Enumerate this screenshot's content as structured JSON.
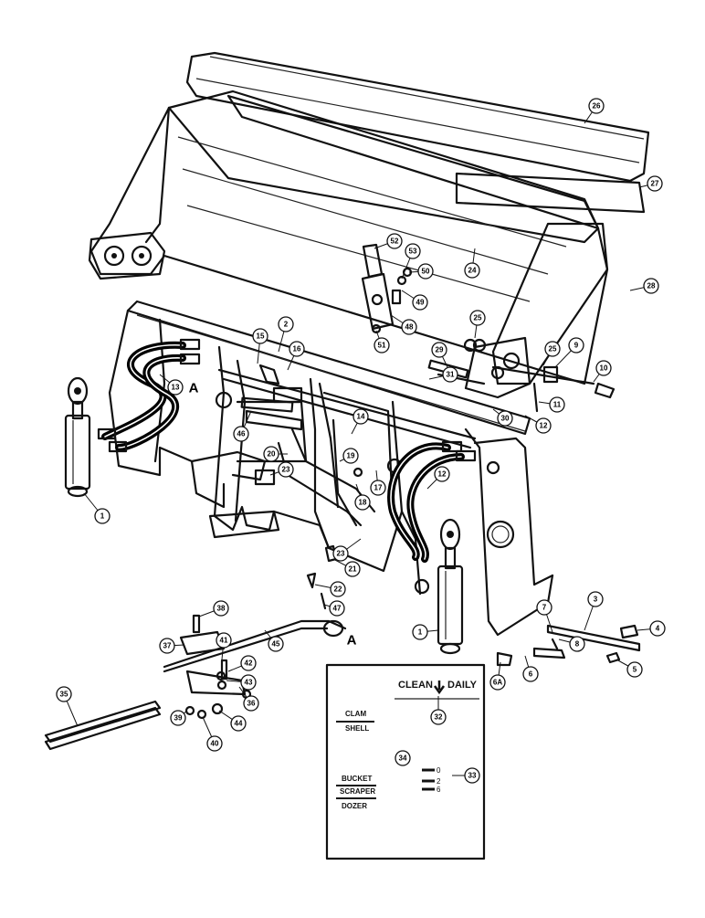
{
  "callouts": [
    {
      "id": "c1a",
      "label": "1"
    },
    {
      "id": "c1b",
      "label": "1"
    },
    {
      "id": "c2",
      "label": "2"
    },
    {
      "id": "c3",
      "label": "3"
    },
    {
      "id": "c4",
      "label": "4"
    },
    {
      "id": "c5",
      "label": "5"
    },
    {
      "id": "c6",
      "label": "6"
    },
    {
      "id": "c6a",
      "label": "6A"
    },
    {
      "id": "c7",
      "label": "7"
    },
    {
      "id": "c8",
      "label": "8"
    },
    {
      "id": "c9",
      "label": "9"
    },
    {
      "id": "c10",
      "label": "10"
    },
    {
      "id": "c11",
      "label": "11"
    },
    {
      "id": "c12",
      "label": "12"
    },
    {
      "id": "c12b",
      "label": "12"
    },
    {
      "id": "c13",
      "label": "13"
    },
    {
      "id": "c14",
      "label": "14"
    },
    {
      "id": "c15",
      "label": "15"
    },
    {
      "id": "c16",
      "label": "16"
    },
    {
      "id": "c17",
      "label": "17"
    },
    {
      "id": "c18",
      "label": "18"
    },
    {
      "id": "c19",
      "label": "19"
    },
    {
      "id": "c20",
      "label": "20"
    },
    {
      "id": "c21",
      "label": "21"
    },
    {
      "id": "c22",
      "label": "22"
    },
    {
      "id": "c23a",
      "label": "23"
    },
    {
      "id": "c23b",
      "label": "23"
    },
    {
      "id": "c24",
      "label": "24"
    },
    {
      "id": "c25a",
      "label": "25"
    },
    {
      "id": "c25b",
      "label": "25"
    },
    {
      "id": "c26",
      "label": "26"
    },
    {
      "id": "c27",
      "label": "27"
    },
    {
      "id": "c28",
      "label": "28"
    },
    {
      "id": "c29",
      "label": "29"
    },
    {
      "id": "c30",
      "label": "30"
    },
    {
      "id": "c31",
      "label": "31"
    },
    {
      "id": "c32",
      "label": "32"
    },
    {
      "id": "c33",
      "label": "33"
    },
    {
      "id": "c34",
      "label": "34"
    },
    {
      "id": "c35",
      "label": "35"
    },
    {
      "id": "c36",
      "label": "36"
    },
    {
      "id": "c37",
      "label": "37"
    },
    {
      "id": "c38",
      "label": "38"
    },
    {
      "id": "c39",
      "label": "39"
    },
    {
      "id": "c40",
      "label": "40"
    },
    {
      "id": "c41",
      "label": "41"
    },
    {
      "id": "c42",
      "label": "42"
    },
    {
      "id": "c43",
      "label": "43"
    },
    {
      "id": "c44",
      "label": "44"
    },
    {
      "id": "c45",
      "label": "45"
    },
    {
      "id": "c46",
      "label": "46"
    },
    {
      "id": "c47",
      "label": "47"
    },
    {
      "id": "c48",
      "label": "48"
    },
    {
      "id": "c49",
      "label": "49"
    },
    {
      "id": "c50",
      "label": "50"
    },
    {
      "id": "c51",
      "label": "51"
    },
    {
      "id": "c52",
      "label": "52"
    },
    {
      "id": "c53",
      "label": "53"
    }
  ],
  "markers": {
    "view_a_top": "A",
    "view_a_bottom": "A"
  },
  "decal": {
    "clean_daily": "CLEAN",
    "daily": "DAILY",
    "clam": "CLAM",
    "shell": "SHELL",
    "bucket": "BUCKET",
    "scraper": "SCRAPER",
    "dozer": "DOZER",
    "level_0": "0",
    "level_2": "2",
    "level_6": "6"
  }
}
